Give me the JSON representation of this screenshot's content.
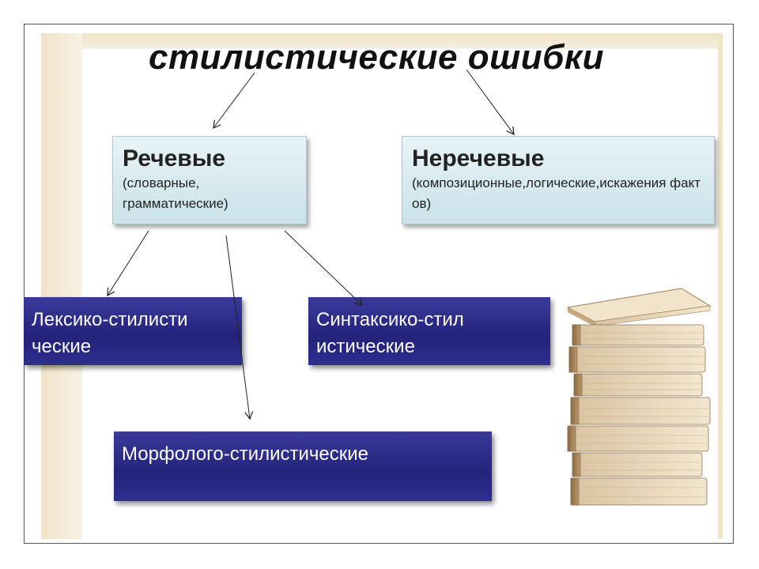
{
  "title": "стилистические ошибки",
  "speech": {
    "heading": "Речевые",
    "detail": "(словарные, грамматические)"
  },
  "nonspeech": {
    "heading": "Неречевые",
    "detail": "(композиционные,логические,искажения фактов)"
  },
  "lexical": "Лексико-стилистические",
  "syntactic": "Синтаксико-стилистические",
  "morphological": "Морфолого-стилистические",
  "colors": {
    "light_box": "#d6eaef",
    "dark_box": "#26267f",
    "frame_accent": "#efe3c8"
  },
  "illustration": "book-stack"
}
